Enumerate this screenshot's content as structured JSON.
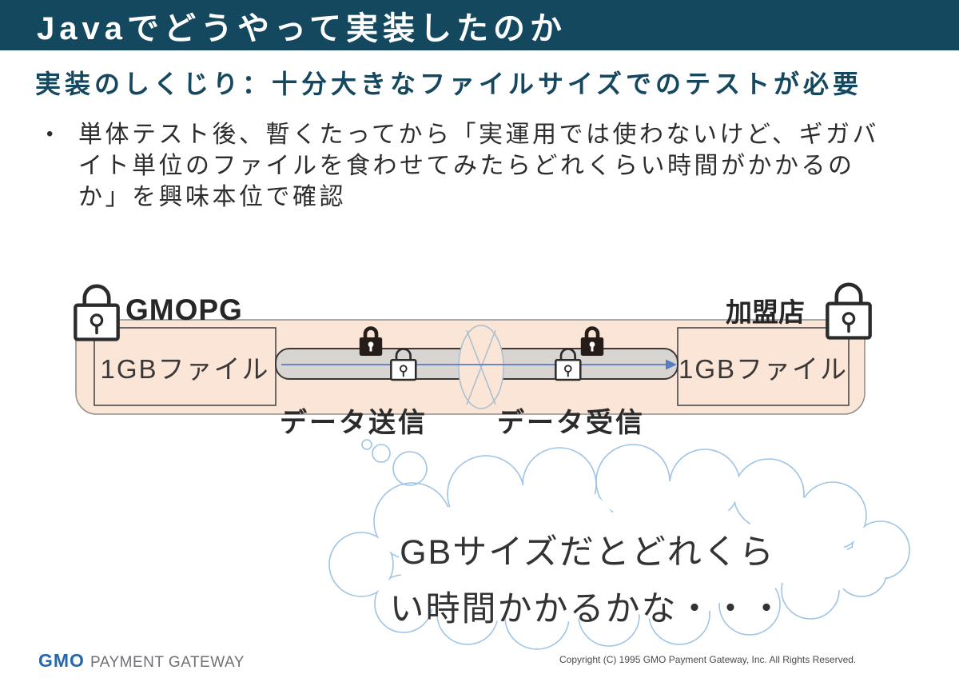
{
  "header": {
    "title": "Javaでどうやって実装したのか"
  },
  "subtitle": "実装のしくじり：十分大きなファイルサイズでのテストが必要",
  "bullet": {
    "marker": "•",
    "text": "単体テスト後、暫くたってから「実運用では使わないけど、ギガバ\nイト単位のファイルを食わせてみたらどれくらい時間がかかるの\nか」を興味本位で確認"
  },
  "diagram": {
    "left_system": "GMOPG",
    "right_system": "加盟店",
    "left_file": "1GBファイル",
    "right_file": "1GBファイル",
    "send_label": "データ送信",
    "receive_label": "データ受信",
    "icons": {
      "corner_padlocks": "padlock-outline-icon",
      "pipe_padlocks": [
        "padlock-filled-icon",
        "padlock-outline-icon",
        "padlock-outline-icon",
        "padlock-filled-icon"
      ],
      "network": "network-ellipse-icon",
      "thought": "thought-cloud"
    },
    "colors": {
      "zone_fill": "#FBE5D6",
      "pipe_fill": "#D8D4D2",
      "arrow": "#5B7BC0",
      "cloud_outline": "#9DC3E6"
    }
  },
  "thought": {
    "line1": "GBサイズだとどれくら",
    "line2": "い時間かかるかな・・・"
  },
  "footer": {
    "logo_primary": "GMO",
    "logo_secondary": "PAYMENT GATEWAY",
    "copyright": "Copyright (C) 1995 GMO Payment Gateway, Inc. All Rights Reserved."
  },
  "theme": {
    "header_bg": "#14485E",
    "header_fg": "#FFFFFF",
    "subtitle_fg": "#15485E",
    "logo_blue": "#2767AE"
  }
}
